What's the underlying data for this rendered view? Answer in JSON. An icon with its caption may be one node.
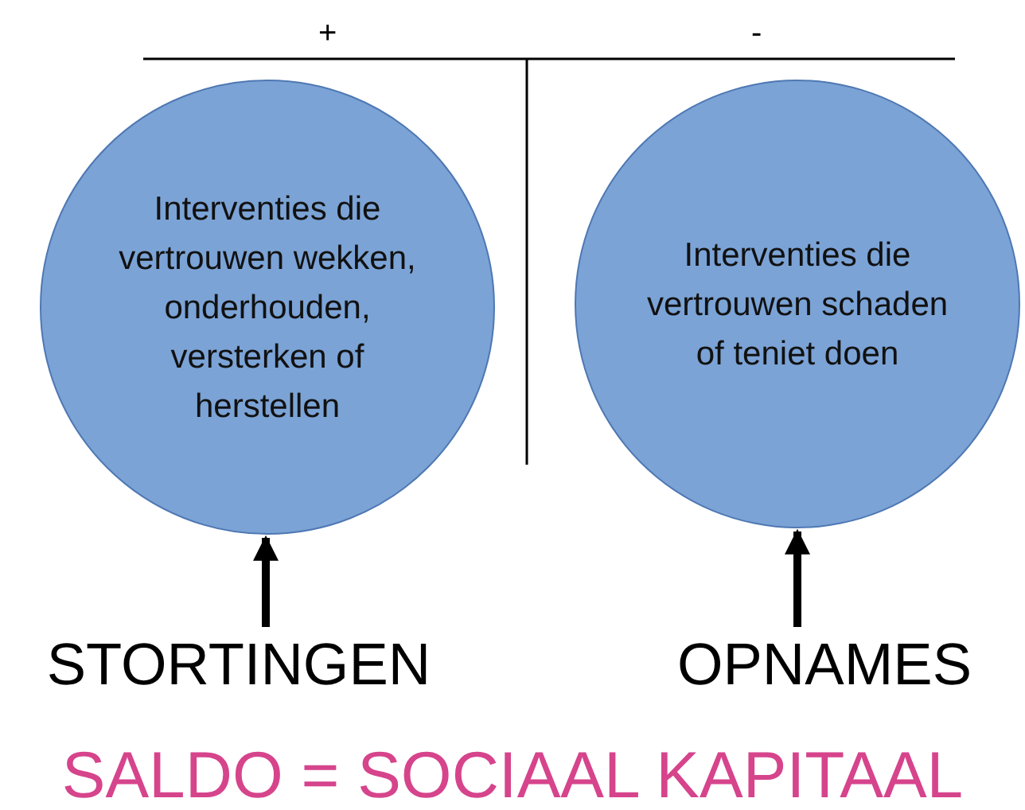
{
  "diagram": {
    "caption": "SALDO = SOCIAAL KAPITAAL",
    "nodes": [
      {
        "text": [
          "Interventies die vertrouwen wekken, onderhouden, versterken of herstellen"
        ]
      },
      {
        "text": [
          "Interventies die vertrouwen schaden of teniet doen"
        ]
      },
      {
        "text": [
          "STORTINGEN"
        ]
      },
      {
        "text": [
          "OPNAMES"
        ]
      }
    ],
    "edges": [
      {
        "from": 2,
        "to": 0,
        "arrow": "to"
      },
      {
        "from": 3,
        "to": 1,
        "arrow": "to"
      }
    ],
    "labels": [
      "+",
      "-"
    ]
  }
}
